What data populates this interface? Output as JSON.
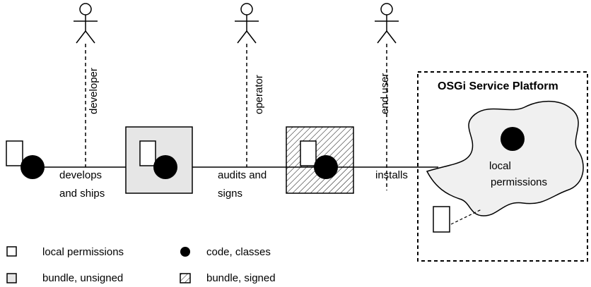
{
  "actors": {
    "developer": {
      "role": "developer",
      "action_line1": "develops",
      "action_line2": "and ships"
    },
    "operator": {
      "role": "operator",
      "action_line1": "audits and",
      "action_line2": "signs"
    },
    "end_user": {
      "role": "end user",
      "action_line1": "installs"
    }
  },
  "platform": {
    "title": "OSGi Service Platform",
    "cloud_label_line1": "local",
    "cloud_label_line2": "permissions"
  },
  "legend": {
    "local_permissions": "local permissions",
    "code_classes": "code, classes",
    "bundle_unsigned": "bundle, unsigned",
    "bundle_signed": "bundle, signed"
  },
  "colors": {
    "unsigned_fill": "#e6e6e6",
    "cloud_fill": "#f0f0f0",
    "stroke": "#000000"
  }
}
